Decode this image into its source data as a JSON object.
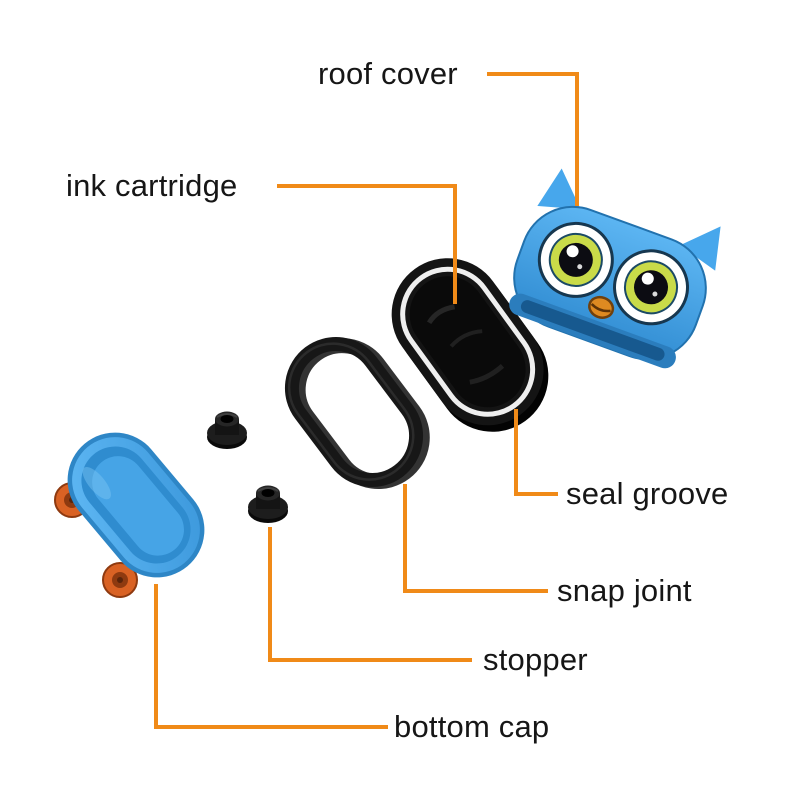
{
  "labels": [
    {
      "id": "roof-cover",
      "text": "roof cover"
    },
    {
      "id": "ink-cartridge",
      "text": "ink cartridge"
    },
    {
      "id": "seal-groove",
      "text": "seal groove"
    },
    {
      "id": "snap-joint",
      "text": "snap joint"
    },
    {
      "id": "stopper",
      "text": "stopper"
    },
    {
      "id": "bottom-cap",
      "text": "bottom cap"
    }
  ],
  "colors": {
    "background": "#FFFFFF",
    "callout_line": "#F08A18",
    "text": "#161616",
    "part_blue": "#47A7EC",
    "part_blue_dark": "#2E86C6",
    "part_black": "#141414",
    "ring_white": "#EFEFEF",
    "eye_green": "#C9DB49",
    "beak_orange": "#DE8A21",
    "wheel_orange": "#D96224"
  }
}
